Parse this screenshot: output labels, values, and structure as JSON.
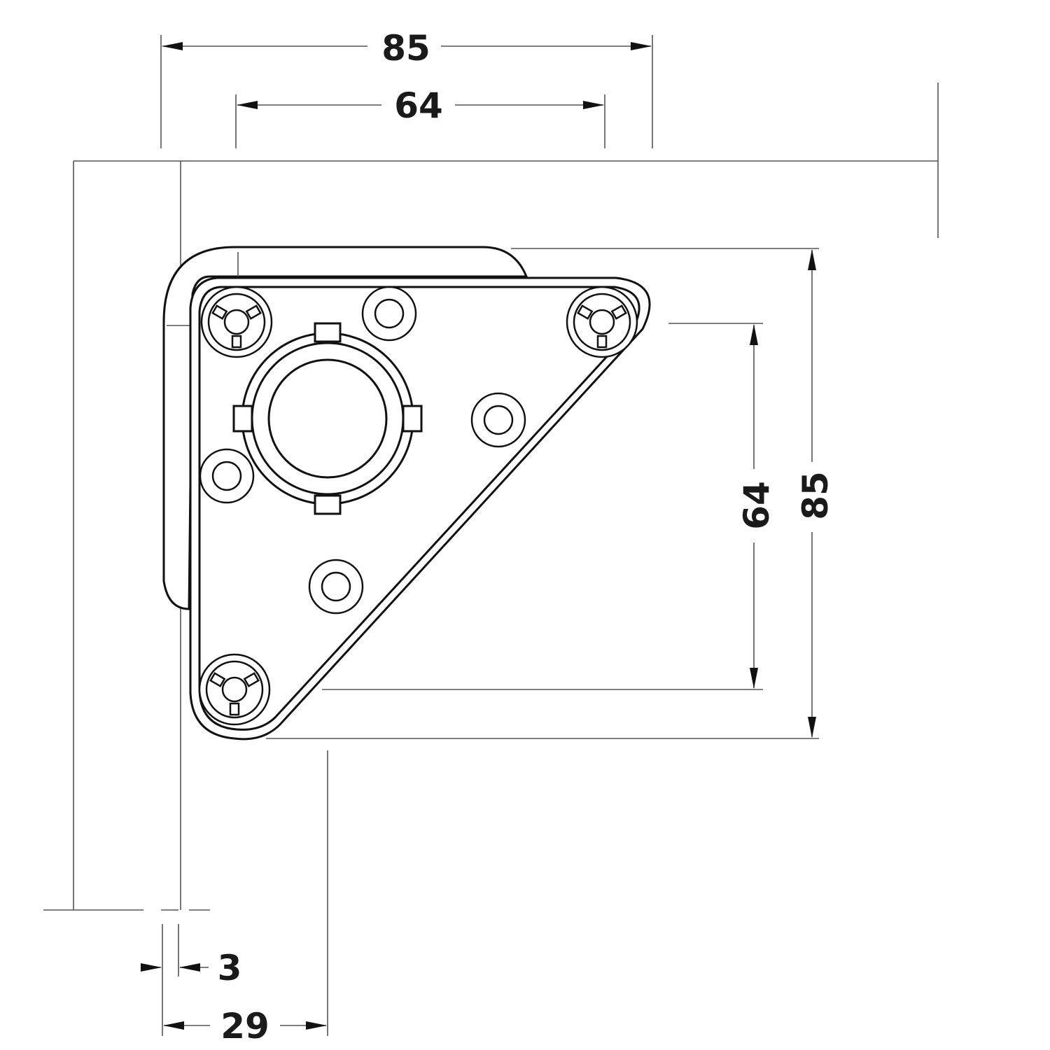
{
  "drawing": {
    "dimensions": {
      "top_outer": "85",
      "top_inner": "64",
      "right_outer": "85",
      "right_inner": "64",
      "bottom_small": "3",
      "bottom_wide": "29"
    },
    "colors": {
      "line": "#111111",
      "dim_line": "#555555",
      "background": "#ffffff"
    }
  }
}
